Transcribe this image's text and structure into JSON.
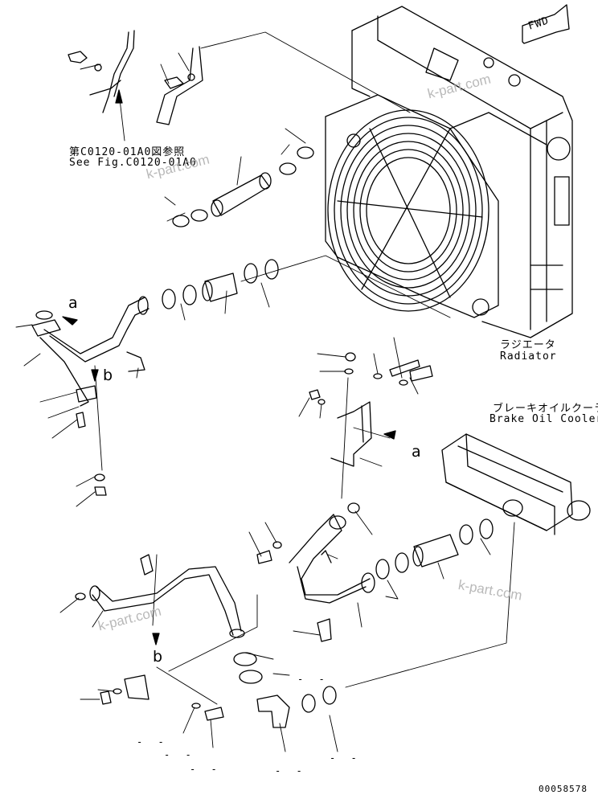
{
  "fwd_label": "FWD",
  "reference": {
    "ja": "第C0120-01A0図参照",
    "en": "See Fig.C0120-01A0"
  },
  "radiator": {
    "ja": "ラジエータ",
    "en": "Radiator"
  },
  "cooler": {
    "ja": "ブレーキオイルクーラ",
    "en": "Brake Oil Cooler"
  },
  "letters": {
    "a1": "a",
    "a2": "a",
    "b1": "b",
    "b2": "b"
  },
  "watermark": "k-part.com",
  "part_number": "00058578"
}
